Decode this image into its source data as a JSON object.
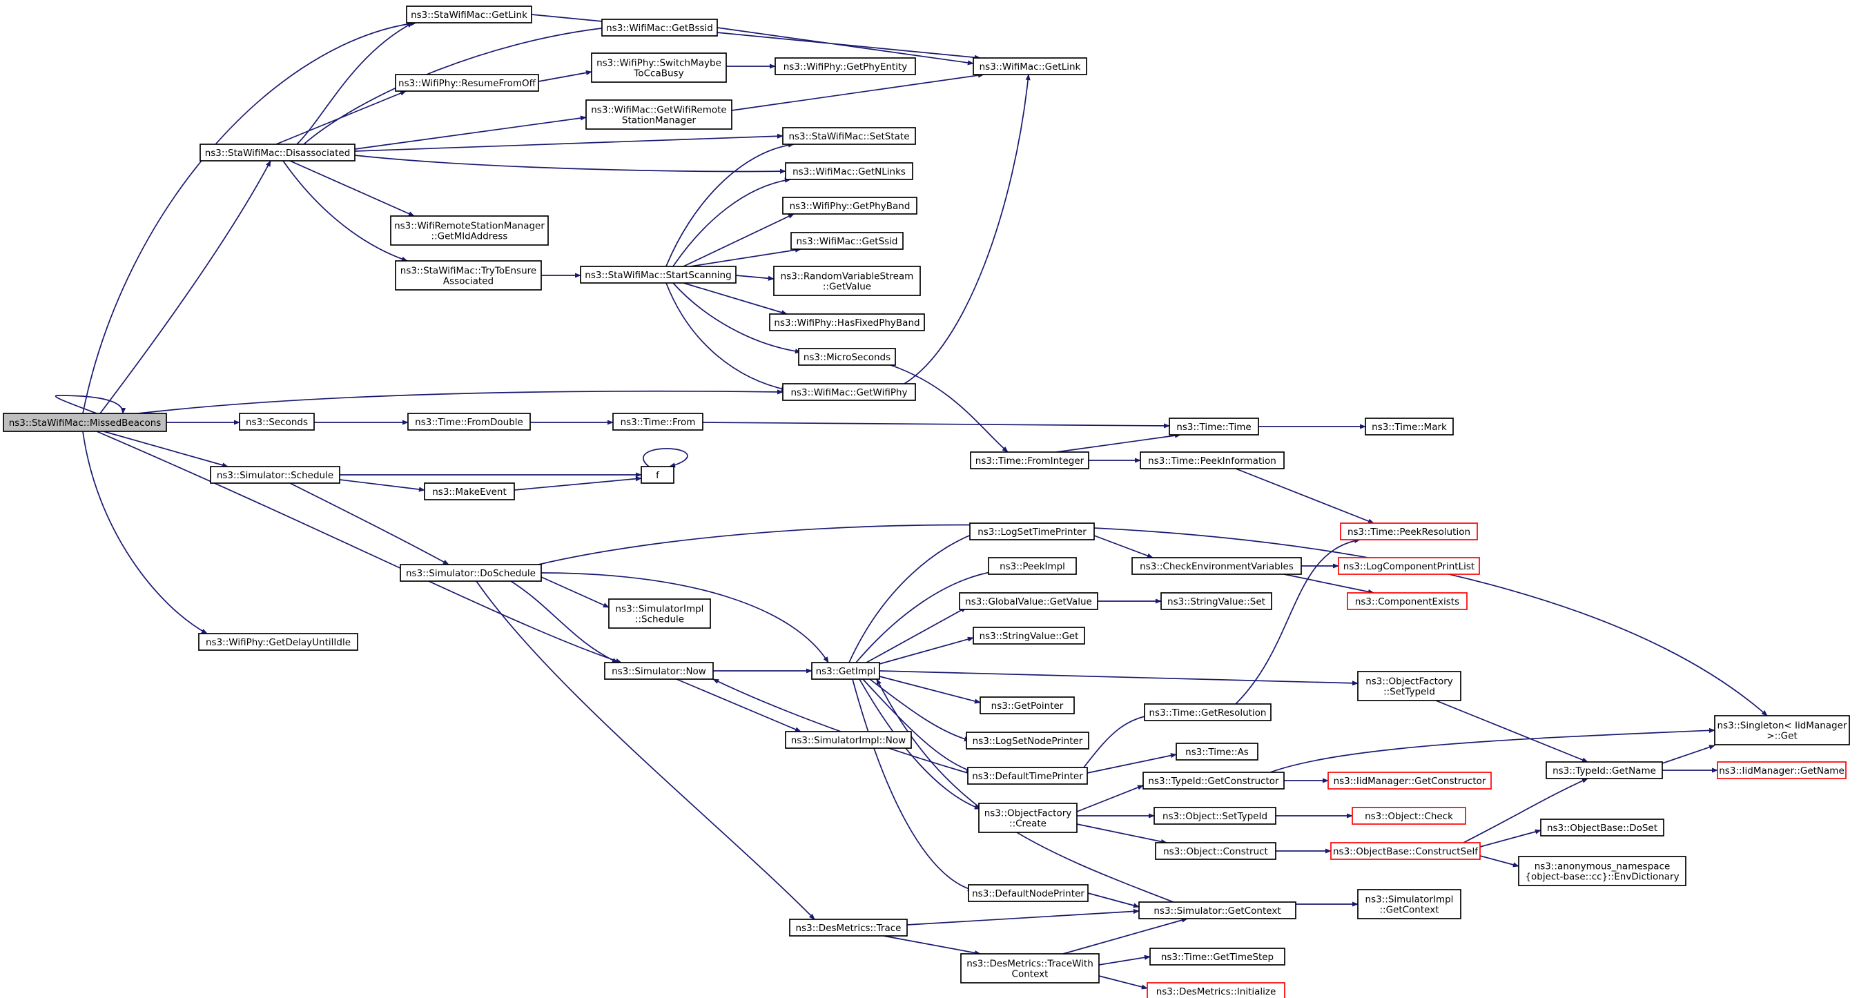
{
  "colors": {
    "edge": "#191970",
    "root_fill": "#bfbfbf",
    "red_border": "#ff0000",
    "node_border": "#000000"
  },
  "nodes": {
    "missed_beacons": [
      "ns3::StaWifiMac::MissedBeacons"
    ],
    "get_link_sta": [
      "ns3::StaWifiMac::GetLink"
    ],
    "get_bssid": [
      "ns3::WifiMac::GetBssid"
    ],
    "get_link_wifimac": [
      "ns3::WifiMac::GetLink"
    ],
    "switch_maybe": [
      "ns3::WifiPhy::SwitchMaybe",
      "ToCcaBusy"
    ],
    "resume_from_off": [
      "ns3::WifiPhy::ResumeFromOff"
    ],
    "get_phy_entity": [
      "ns3::WifiPhy::GetPhyEntity"
    ],
    "get_wifi_remote": [
      "ns3::WifiMac::GetWifiRemote",
      "StationManager"
    ],
    "disassociated": [
      "ns3::StaWifiMac::Disassociated"
    ],
    "set_state": [
      "ns3::StaWifiMac::SetState"
    ],
    "get_n_links": [
      "ns3::WifiMac::GetNLinks"
    ],
    "get_phy_band": [
      "ns3::WifiPhy::GetPhyBand"
    ],
    "get_mld_address": [
      "ns3::WifiRemoteStationManager",
      "::GetMldAddress"
    ],
    "get_ssid": [
      "ns3::WifiMac::GetSsid"
    ],
    "try_to_ensure": [
      "ns3::StaWifiMac::TryToEnsure",
      "Associated"
    ],
    "start_scanning": [
      "ns3::StaWifiMac::StartScanning"
    ],
    "random_var": [
      "ns3::RandomVariableStream",
      "::GetValue"
    ],
    "has_fixed_phy_band": [
      "ns3::WifiPhy::HasFixedPhyBand"
    ],
    "micro_seconds": [
      "ns3::MicroSeconds"
    ],
    "get_wifi_phy": [
      "ns3::WifiMac::GetWifiPhy"
    ],
    "seconds": [
      "ns3::Seconds"
    ],
    "from_double": [
      "ns3::Time::FromDouble"
    ],
    "time_from": [
      "ns3::Time::From"
    ],
    "time_time": [
      "ns3::Time::Time"
    ],
    "time_mark": [
      "ns3::Time::Mark"
    ],
    "from_integer": [
      "ns3::Time::FromInteger"
    ],
    "peek_information": [
      "ns3::Time::PeekInformation"
    ],
    "sim_schedule": [
      "ns3::Simulator::Schedule"
    ],
    "make_event": [
      "ns3::MakeEvent"
    ],
    "f": [
      "f"
    ],
    "peek_resolution": [
      "ns3::Time::PeekResolution"
    ],
    "log_set_time_printer": [
      "ns3::LogSetTimePrinter"
    ],
    "check_env_vars": [
      "ns3::CheckEnvironmentVariables"
    ],
    "log_component_print_list": [
      "ns3::LogComponentPrintList"
    ],
    "peek_impl": [
      "ns3::PeekImpl"
    ],
    "component_exists": [
      "ns3::ComponentExists"
    ],
    "do_schedule": [
      "ns3::Simulator::DoSchedule"
    ],
    "global_value_get": [
      "ns3::GlobalValue::GetValue"
    ],
    "string_value_set": [
      "ns3::StringValue::Set"
    ],
    "sim_impl_schedule": [
      "ns3::SimulatorImpl",
      "::Schedule"
    ],
    "string_value_get": [
      "ns3::StringValue::Get"
    ],
    "get_delay_until_idle": [
      "ns3::WifiPhy::GetDelayUntilIdle"
    ],
    "sim_now": [
      "ns3::Simulator::Now"
    ],
    "get_impl": [
      "ns3::GetImpl"
    ],
    "object_factory_set_typeid": [
      "ns3::ObjectFactory",
      "::SetTypeId"
    ],
    "get_pointer": [
      "ns3::GetPointer"
    ],
    "get_resolution": [
      "ns3::Time::GetResolution"
    ],
    "singleton_get": [
      "ns3::Singleton< IidManager",
      ">::Get"
    ],
    "sim_impl_now": [
      "ns3::SimulatorImpl::Now"
    ],
    "log_set_node_printer": [
      "ns3::LogSetNodePrinter"
    ],
    "time_as": [
      "ns3::Time::As"
    ],
    "default_time_printer": [
      "ns3::DefaultTimePrinter"
    ],
    "typeid_get_constructor": [
      "ns3::TypeId::GetConstructor"
    ],
    "iidmanager_get_constructor": [
      "ns3::IidManager::GetConstructor"
    ],
    "typeid_get_name": [
      "ns3::TypeId::GetName"
    ],
    "iidmanager_get_name": [
      "ns3::IidManager::GetName"
    ],
    "object_factory_create": [
      "ns3::ObjectFactory",
      "::Create"
    ],
    "object_set_typeid": [
      "ns3::Object::SetTypeId"
    ],
    "object_check": [
      "ns3::Object::Check"
    ],
    "object_base_doset": [
      "ns3::ObjectBase::DoSet"
    ],
    "object_construct": [
      "ns3::Object::Construct"
    ],
    "object_base_construct_self": [
      "ns3::ObjectBase::ConstructSelf"
    ],
    "env_dictionary": [
      "ns3::anonymous_namespace",
      "{object-base::cc}::EnvDictionary"
    ],
    "default_node_printer": [
      "ns3::DefaultNodePrinter"
    ],
    "des_metrics_trace": [
      "ns3::DesMetrics::Trace"
    ],
    "sim_get_context": [
      "ns3::Simulator::GetContext"
    ],
    "sim_impl_get_context": [
      "ns3::SimulatorImpl",
      "::GetContext"
    ],
    "time_get_time_step": [
      "ns3::Time::GetTimeStep"
    ],
    "des_metrics_trace_with_context": [
      "ns3::DesMetrics::TraceWith",
      "Context"
    ],
    "des_metrics_initialize": [
      "ns3::DesMetrics::Initialize"
    ]
  }
}
